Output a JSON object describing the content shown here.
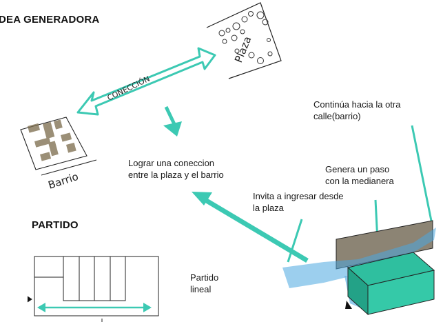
{
  "headings": {
    "idea": "DEA GENERADORA",
    "partido": "PARTIDO"
  },
  "sketch": {
    "plaza_label": "Plaza",
    "conexion_label": "CONECCIÓN",
    "barrio_label": "Barrio"
  },
  "notes": {
    "lograr": [
      "Lograr una coneccion",
      "entre la plaza y el barrio"
    ],
    "continua": [
      "Continúa hacia la otra",
      "calle(barrio)"
    ],
    "genera": [
      "Genera un paso",
      "con la medianera"
    ],
    "invita": [
      "Invita a ingresar desde",
      "la plaza"
    ],
    "partido_lineal": [
      "Partido",
      "lineal"
    ]
  },
  "colors": {
    "accent": "#3cc9b3",
    "block": "#2fbf9f",
    "wall": "#8c8474",
    "water": "#4aa8e0",
    "hatch": "#7a6a4a"
  }
}
